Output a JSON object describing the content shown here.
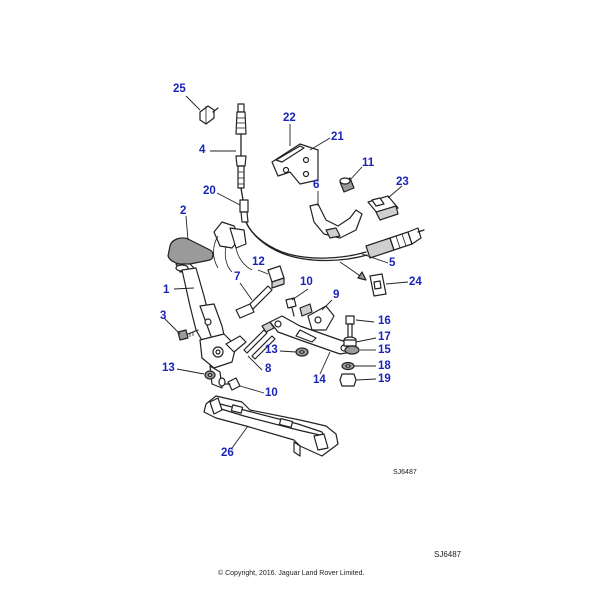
{
  "diagram": {
    "callouts": [
      {
        "id": "c25",
        "text": "25"
      },
      {
        "id": "c22",
        "text": "22"
      },
      {
        "id": "c21",
        "text": "21"
      },
      {
        "id": "c4",
        "text": "4"
      },
      {
        "id": "c11",
        "text": "11"
      },
      {
        "id": "c6",
        "text": "6"
      },
      {
        "id": "c23",
        "text": "23"
      },
      {
        "id": "c20",
        "text": "20"
      },
      {
        "id": "c2",
        "text": "2"
      },
      {
        "id": "c5",
        "text": "5"
      },
      {
        "id": "c12",
        "text": "12"
      },
      {
        "id": "c7",
        "text": "7"
      },
      {
        "id": "c10a",
        "text": "10"
      },
      {
        "id": "c24",
        "text": "24"
      },
      {
        "id": "c1",
        "text": "1"
      },
      {
        "id": "c9",
        "text": "9"
      },
      {
        "id": "c16",
        "text": "16"
      },
      {
        "id": "c3",
        "text": "3"
      },
      {
        "id": "c17",
        "text": "17"
      },
      {
        "id": "c13a",
        "text": "13"
      },
      {
        "id": "c15",
        "text": "15"
      },
      {
        "id": "c8",
        "text": "8"
      },
      {
        "id": "c13b",
        "text": "13"
      },
      {
        "id": "c18",
        "text": "18"
      },
      {
        "id": "c14",
        "text": "14"
      },
      {
        "id": "c19",
        "text": "19"
      },
      {
        "id": "c10b",
        "text": "10"
      },
      {
        "id": "c26",
        "text": "26"
      }
    ],
    "drawing_ref": "SJ6487",
    "footer_ref": "SJ6487",
    "copyright": "© Copyright, 2016. Jaguar Land Rover Limited."
  }
}
